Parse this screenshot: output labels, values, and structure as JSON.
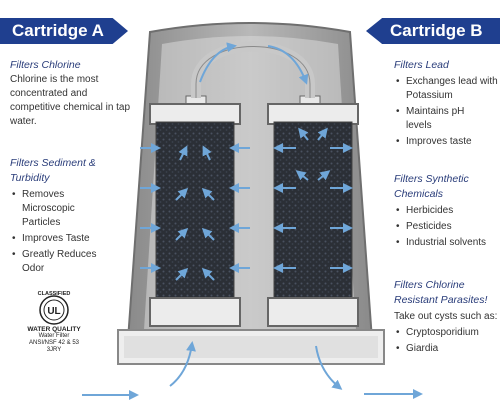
{
  "tabs": {
    "a": "Cartridge  A",
    "b": "Cartridge  B"
  },
  "left": {
    "chlorine": {
      "heading": "Filters Chlorine",
      "text": "Chlorine is the most concentrated and competitive chemical in tap water."
    },
    "sediment": {
      "heading": "Filters Sediment & Turbidity",
      "items": [
        "Removes Microscopic Particles",
        "Improves Taste",
        "Greatly Reduces Odor"
      ]
    }
  },
  "right": {
    "lead": {
      "heading": "Filters Lead",
      "items": [
        "Exchanges lead with Potassium",
        "Maintains pH levels",
        "Improves taste"
      ]
    },
    "synthetic": {
      "heading": "Filters Synthetic Chemicals",
      "items": [
        "Herbicides",
        "Pesticides",
        "Industrial solvents"
      ]
    },
    "parasites": {
      "heading": "Filters Chlorine Resistant Parasites!",
      "text": "Take out cysts such as:",
      "items": [
        "Cryptosporidium",
        "Giardia"
      ]
    }
  },
  "certification": {
    "ring_text": "CLASSIFIED",
    "mark": "UL",
    "title": "WATER QUALITY",
    "line1": "Water Filter",
    "line2": "ANSI/NSF 42 & 53",
    "line3": "3JRY"
  },
  "colors": {
    "tab": "#1f3f8f",
    "arrow": "#6fa6d8",
    "housing": "#9a9a9a",
    "cartridge_dark": "#2b2f36",
    "cap": "#ececec"
  }
}
